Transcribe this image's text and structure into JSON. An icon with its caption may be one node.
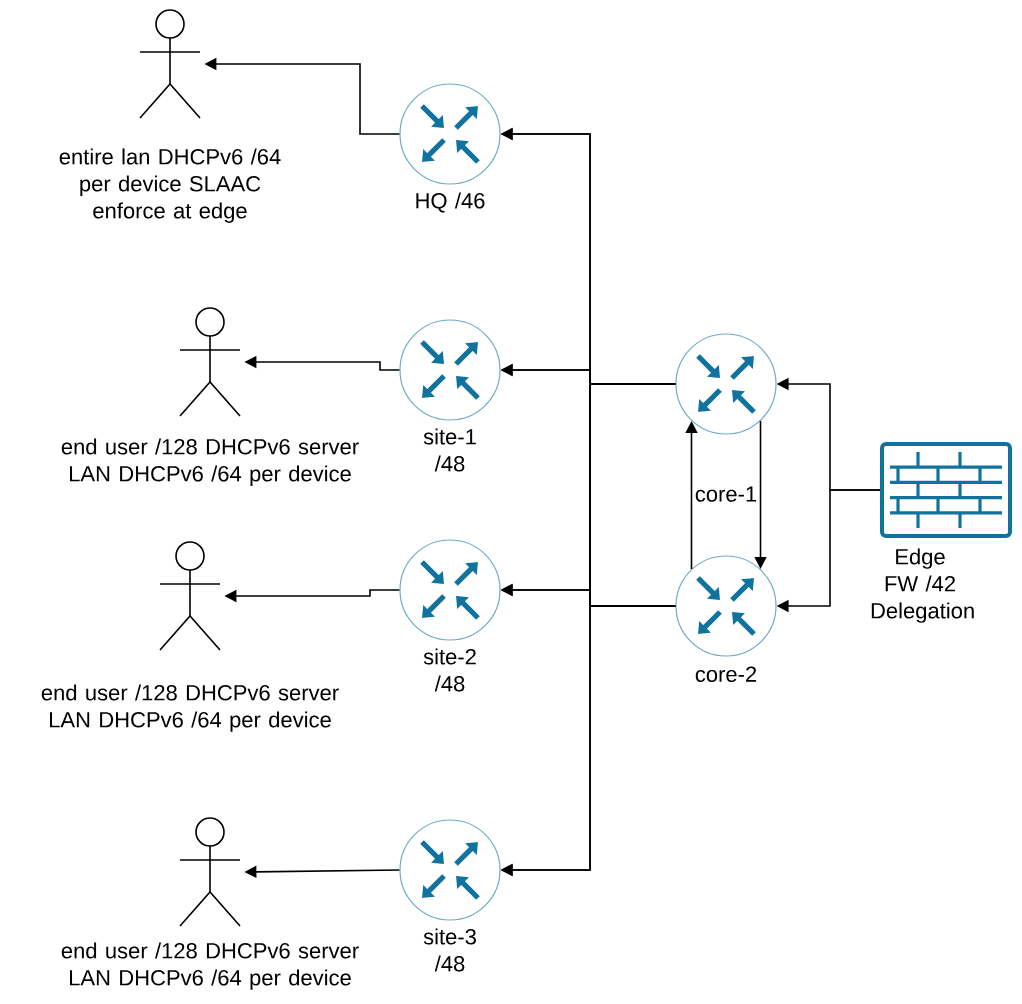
{
  "diagram": {
    "nodes": [
      {
        "text": [
          "entire lan DHCPv6 /64 per device SLAAC enforce at edge"
        ]
      },
      {
        "text": [
          "HQ /46"
        ]
      },
      {
        "text": [
          "end user /128 DHCPv6 server LAN DHCPv6 /64 per device"
        ]
      },
      {
        "text": [
          "site-1 /48"
        ]
      },
      {
        "text": [
          "core-1"
        ]
      },
      {
        "text": [
          "Edge FW /42 Delegation"
        ]
      },
      {
        "text": [
          "end user /128 DHCPv6 server LAN DHCPv6 /64 per device"
        ]
      },
      {
        "text": [
          "site-2 /48"
        ]
      },
      {
        "text": [
          "core-2"
        ]
      },
      {
        "text": [
          "end user /128 DHCPv6 server LAN DHCPv6 /64 per device"
        ]
      },
      {
        "text": [
          "site-3 /48"
        ]
      }
    ],
    "edges": [
      {
        "from": 1,
        "to": 0,
        "arrow": "to"
      },
      {
        "from": 3,
        "to": 2,
        "arrow": "to"
      },
      {
        "from": 7,
        "to": 6,
        "arrow": "to"
      },
      {
        "from": 10,
        "to": 9,
        "arrow": "to"
      },
      {
        "from": 4,
        "to": 1,
        "arrow": "to"
      },
      {
        "from": 4,
        "to": 3,
        "arrow": "to"
      },
      {
        "from": 4,
        "to": 7,
        "arrow": "to"
      },
      {
        "from": 4,
        "to": 10,
        "arrow": "to"
      },
      {
        "from": 8,
        "to": 1,
        "arrow": "to"
      },
      {
        "from": 8,
        "to": 3,
        "arrow": "to"
      },
      {
        "from": 8,
        "to": 7,
        "arrow": "to"
      },
      {
        "from": 8,
        "to": 10,
        "arrow": "to"
      },
      {
        "from": 5,
        "to": 4,
        "arrow": "to"
      },
      {
        "from": 5,
        "to": 8,
        "arrow": "to"
      },
      {
        "from": 8,
        "to": 4,
        "arrow": "to"
      },
      {
        "from": 4,
        "to": 8,
        "arrow": "to"
      }
    ]
  }
}
